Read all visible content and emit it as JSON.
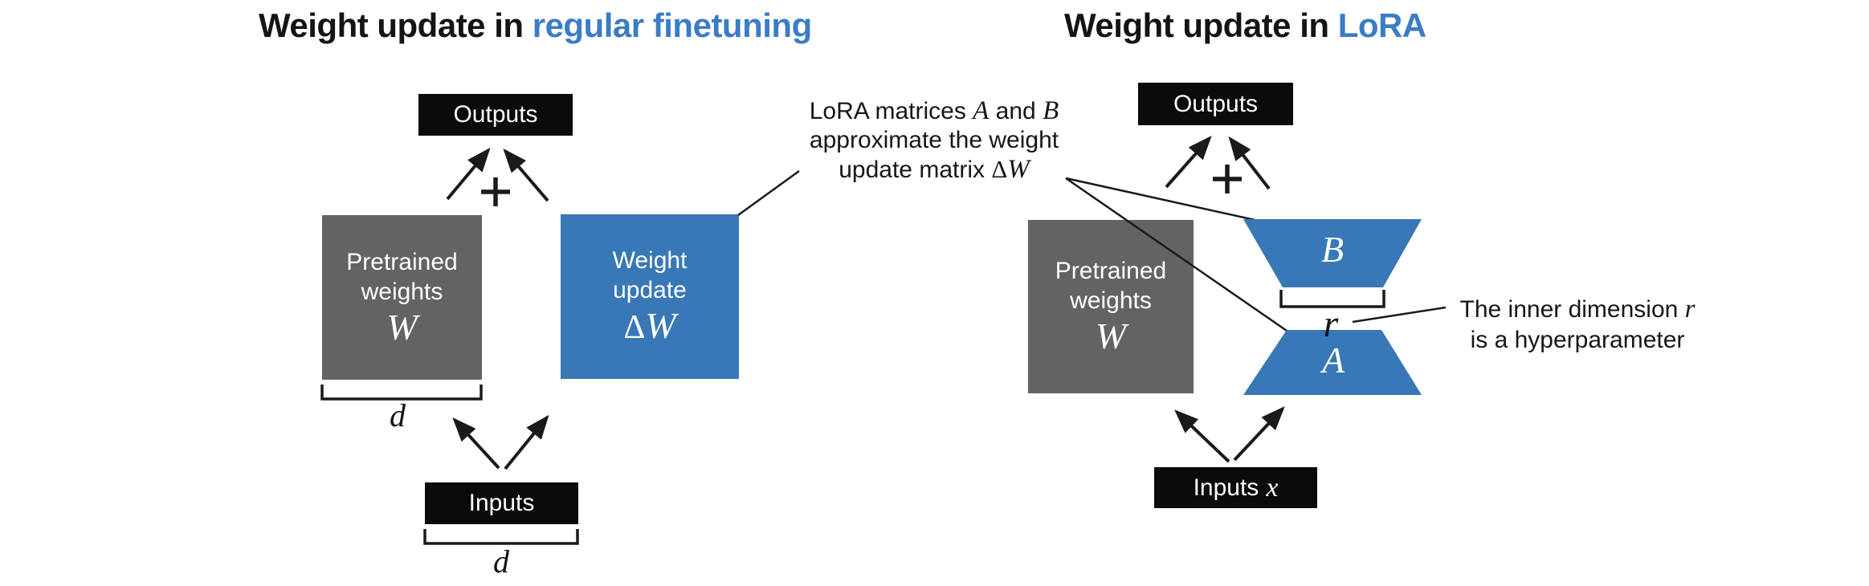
{
  "colors": {
    "accent_blue": "#3b7cc4",
    "box_blue": "#3878b6",
    "box_gray": "#636363",
    "box_black": "#0b0b0b",
    "line_black": "#1a1a1a"
  },
  "left_panel": {
    "title_prefix": "Weight update in ",
    "title_accent": "regular finetuning",
    "outputs_label": "Outputs",
    "pretrained_line1": "Pretrained",
    "pretrained_line2": "weights",
    "pretrained_symbol": "W",
    "update_line1": "Weight",
    "update_line2": "update",
    "update_symbol_delta": "Δ",
    "update_symbol_w": "W",
    "weights_width_dim": "d",
    "inputs_label": "Inputs",
    "inputs_width_dim": "d"
  },
  "right_panel": {
    "title_prefix": "Weight update in ",
    "title_accent": "LoRA",
    "outputs_label": "Outputs",
    "pretrained_line1": "Pretrained",
    "pretrained_line2": "weights",
    "pretrained_symbol": "W",
    "matrix_b_label": "B",
    "matrix_a_label": "A",
    "inner_dim_label": "r",
    "inputs_label": "Inputs",
    "inputs_symbol": "x"
  },
  "annotations": {
    "ab": {
      "seg_pre": "LoRA matrices ",
      "seg_a": "A",
      "seg_and": " and ",
      "seg_b": "B",
      "line2": "approximate the weight",
      "seg_update": "update matrix ",
      "seg_delta": "Δ",
      "seg_w": "W"
    },
    "r": {
      "seg_pre": "The inner dimension ",
      "seg_r": "r",
      "line2": "is a hyperparameter"
    }
  }
}
